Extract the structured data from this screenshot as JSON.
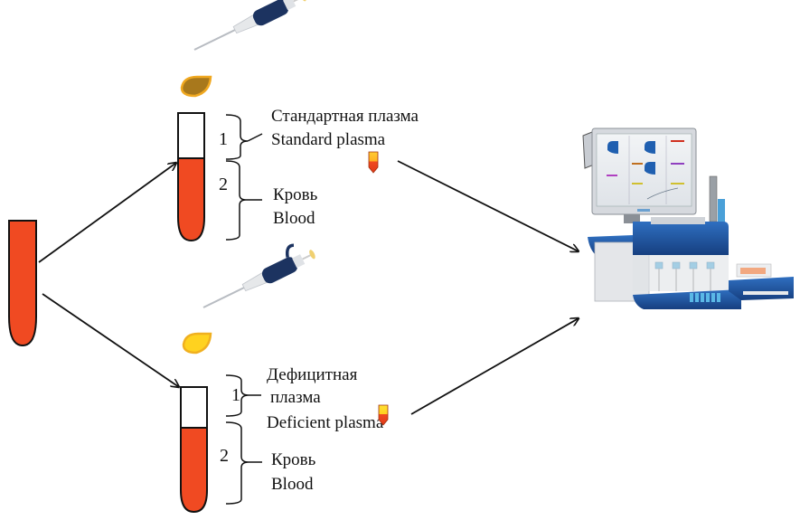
{
  "colors": {
    "blood": "#f04a22",
    "standard_plasma": "#c98a1a",
    "deficient_plasma": "#ffd21f",
    "outline": "#111111",
    "pipette_body": "#1c3360",
    "analyzer_blue": "#1e5aa8"
  },
  "source_tube": {
    "label": "blood-sample-tube"
  },
  "top_branch": {
    "pipette": "pipette-icon",
    "drop": "standard-plasma-drop",
    "layers": [
      {
        "number": "1",
        "ru": "Стандартная плазма",
        "en": "Standard plasma"
      },
      {
        "number": "2",
        "ru": "Кровь",
        "en": "Blood"
      }
    ]
  },
  "bottom_branch": {
    "pipette": "pipette-icon",
    "drop": "deficient-plasma-drop",
    "layers": [
      {
        "number": "1",
        "ru_line1": "Дефицитная",
        "ru_line2": "плазма",
        "en": "Deficient plasma"
      },
      {
        "number": "2",
        "ru": "Кровь",
        "en": "Blood"
      }
    ]
  },
  "analyzer": {
    "name": "coagulation-analyzer"
  }
}
